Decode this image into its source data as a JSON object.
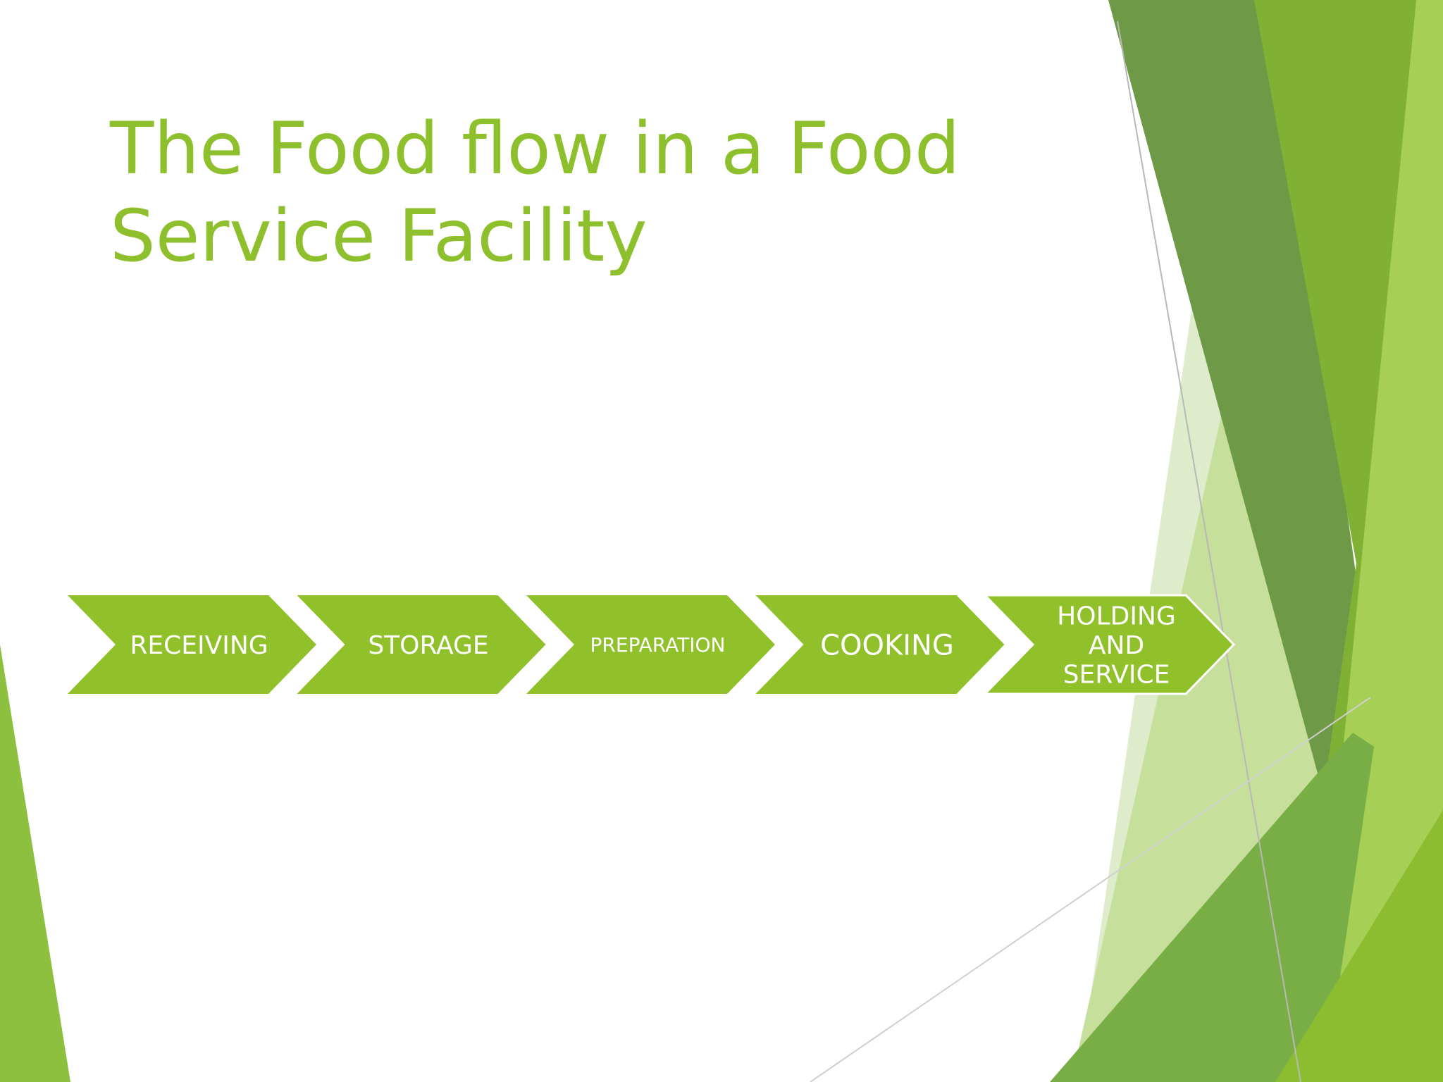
{
  "slide": {
    "title_lines": [
      "The Food flow in a Food",
      "Service Facility"
    ],
    "colors": {
      "title": "#8dc02c",
      "chevron_fill": "#91c12a",
      "chevron_text": "#ffffff",
      "deco_dark": "#6e9a47",
      "deco_mid": "#80b134",
      "deco_light": "#a5d055",
      "deco_pale": "#dfeccb"
    }
  },
  "process_flow": {
    "steps": [
      {
        "label_lines": [
          "RECEIVING"
        ]
      },
      {
        "label_lines": [
          "STORAGE"
        ]
      },
      {
        "label_lines": [
          "PREPARATION"
        ]
      },
      {
        "label_lines": [
          "COOKING"
        ]
      },
      {
        "label_lines": [
          "HOLDING",
          "AND",
          "SERVICE"
        ]
      }
    ]
  }
}
